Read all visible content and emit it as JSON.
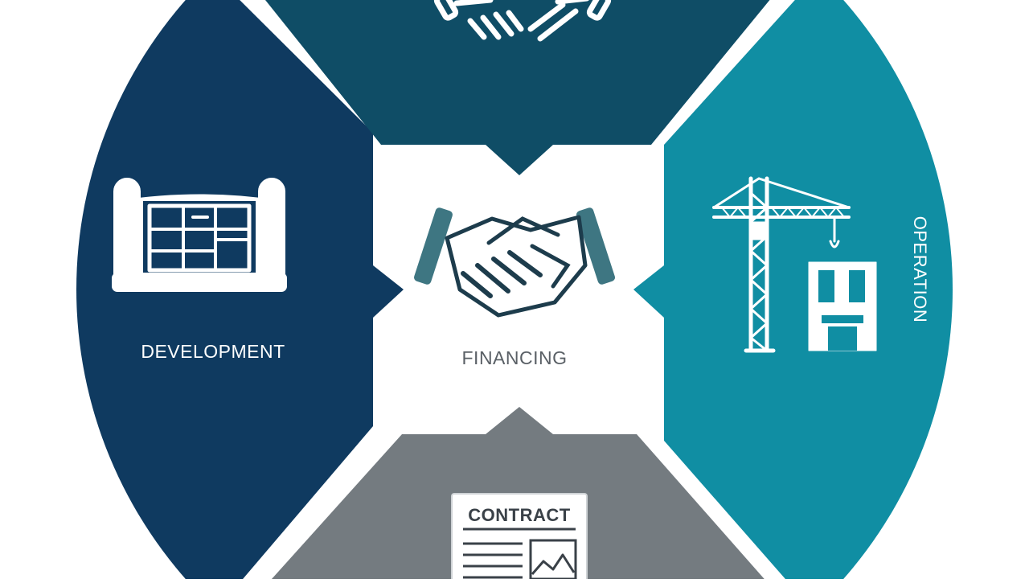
{
  "diagram": {
    "segments": [
      {
        "id": "development",
        "label": "DEVELOPMENT",
        "color": "#0f3a60",
        "icon": "blueprint-icon"
      },
      {
        "id": "top",
        "label": "",
        "color": "#0f4d66",
        "icon": "handshake-icon"
      },
      {
        "id": "operation",
        "label": "OPERATION",
        "color": "#108ea3",
        "icon": "crane-building-icon"
      },
      {
        "id": "contract",
        "label": "CONTRACT",
        "color": "#747b80",
        "icon": "contract-document-icon"
      }
    ],
    "center": {
      "label": "FINANCING",
      "icon": "handshake-icon",
      "icon_color": "#3e7682"
    }
  }
}
